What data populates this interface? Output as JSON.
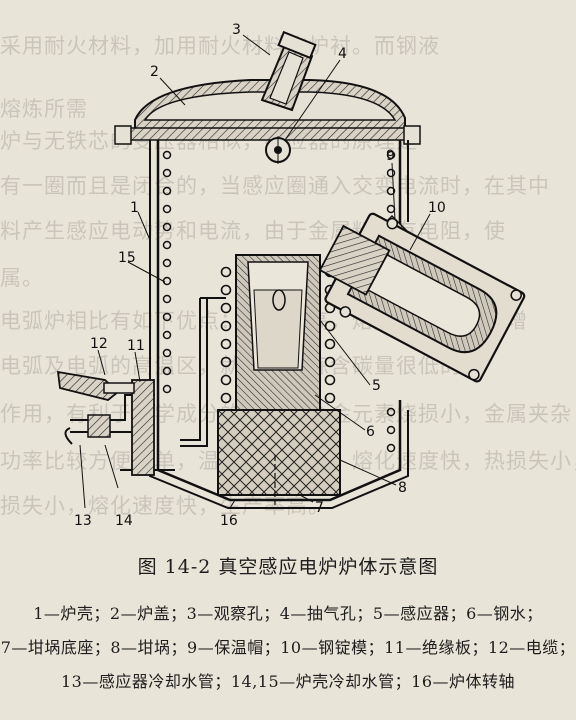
{
  "figure": {
    "caption": "图 14-2  真空感应电炉炉体示意图",
    "callouts": [
      "1",
      "2",
      "3",
      "4",
      "5",
      "6",
      "7",
      "8",
      "9",
      "10",
      "11",
      "12",
      "13",
      "14",
      "15",
      "16"
    ],
    "legend": [
      "1—炉壳；2—炉盖；3—观察孔；4—抽气孔；5—感应器；6—钢水；",
      "7—坩埚底座；8—坩埚；9—保温帽；10—钢锭模；11—绝缘板；12—电缆；",
      "13—感应器冷却水管；14,15—炉壳冷却水管；16—炉体转轴"
    ]
  }
}
